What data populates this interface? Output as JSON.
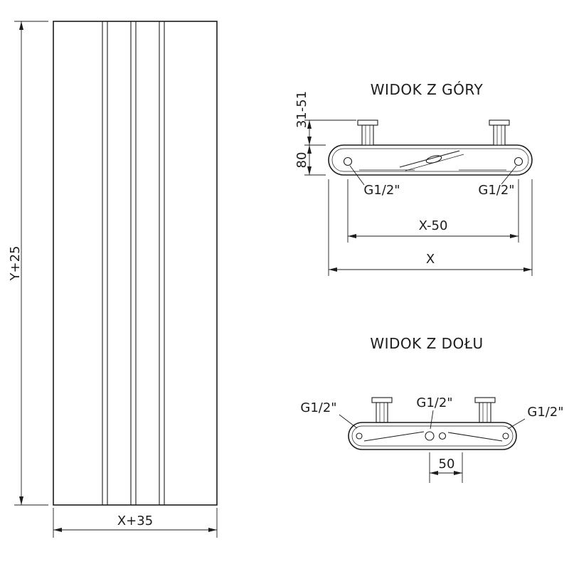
{
  "front_view": {
    "height_label": "Y+25",
    "width_label": "X+35"
  },
  "top_view": {
    "title": "WIDOK Z GÓRY",
    "bracket_depth_label": "31-51",
    "body_depth_label": "80",
    "connection_label": "G1/2\"",
    "connections_spacing_label": "X-50",
    "width_label": "X"
  },
  "bottom_view": {
    "title": "WIDOK Z DOŁU",
    "connection_label": "G1/2\"",
    "center_offset_label": "50"
  },
  "colors": {
    "line": "#1c1c1c",
    "background": "#ffffff"
  }
}
